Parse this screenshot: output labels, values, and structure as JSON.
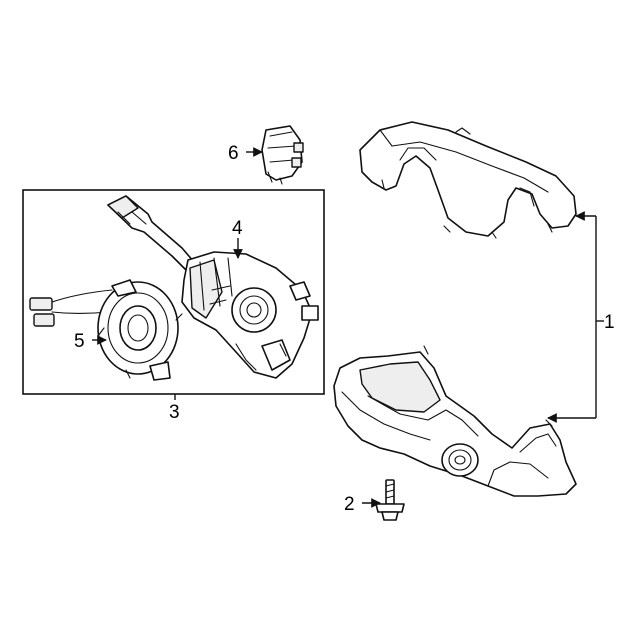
{
  "callouts": {
    "c1": "1",
    "c2": "2",
    "c3": "3",
    "c4": "4",
    "c5": "5",
    "c6": "6"
  },
  "parts": {
    "upper_shroud": "upper-steering-column-shroud",
    "lower_shroud": "lower-steering-column-shroud",
    "screw": "screw",
    "switch_assembly": "combination-switch-assembly",
    "clockspring": "clockspring",
    "ignition_switch": "switch"
  }
}
